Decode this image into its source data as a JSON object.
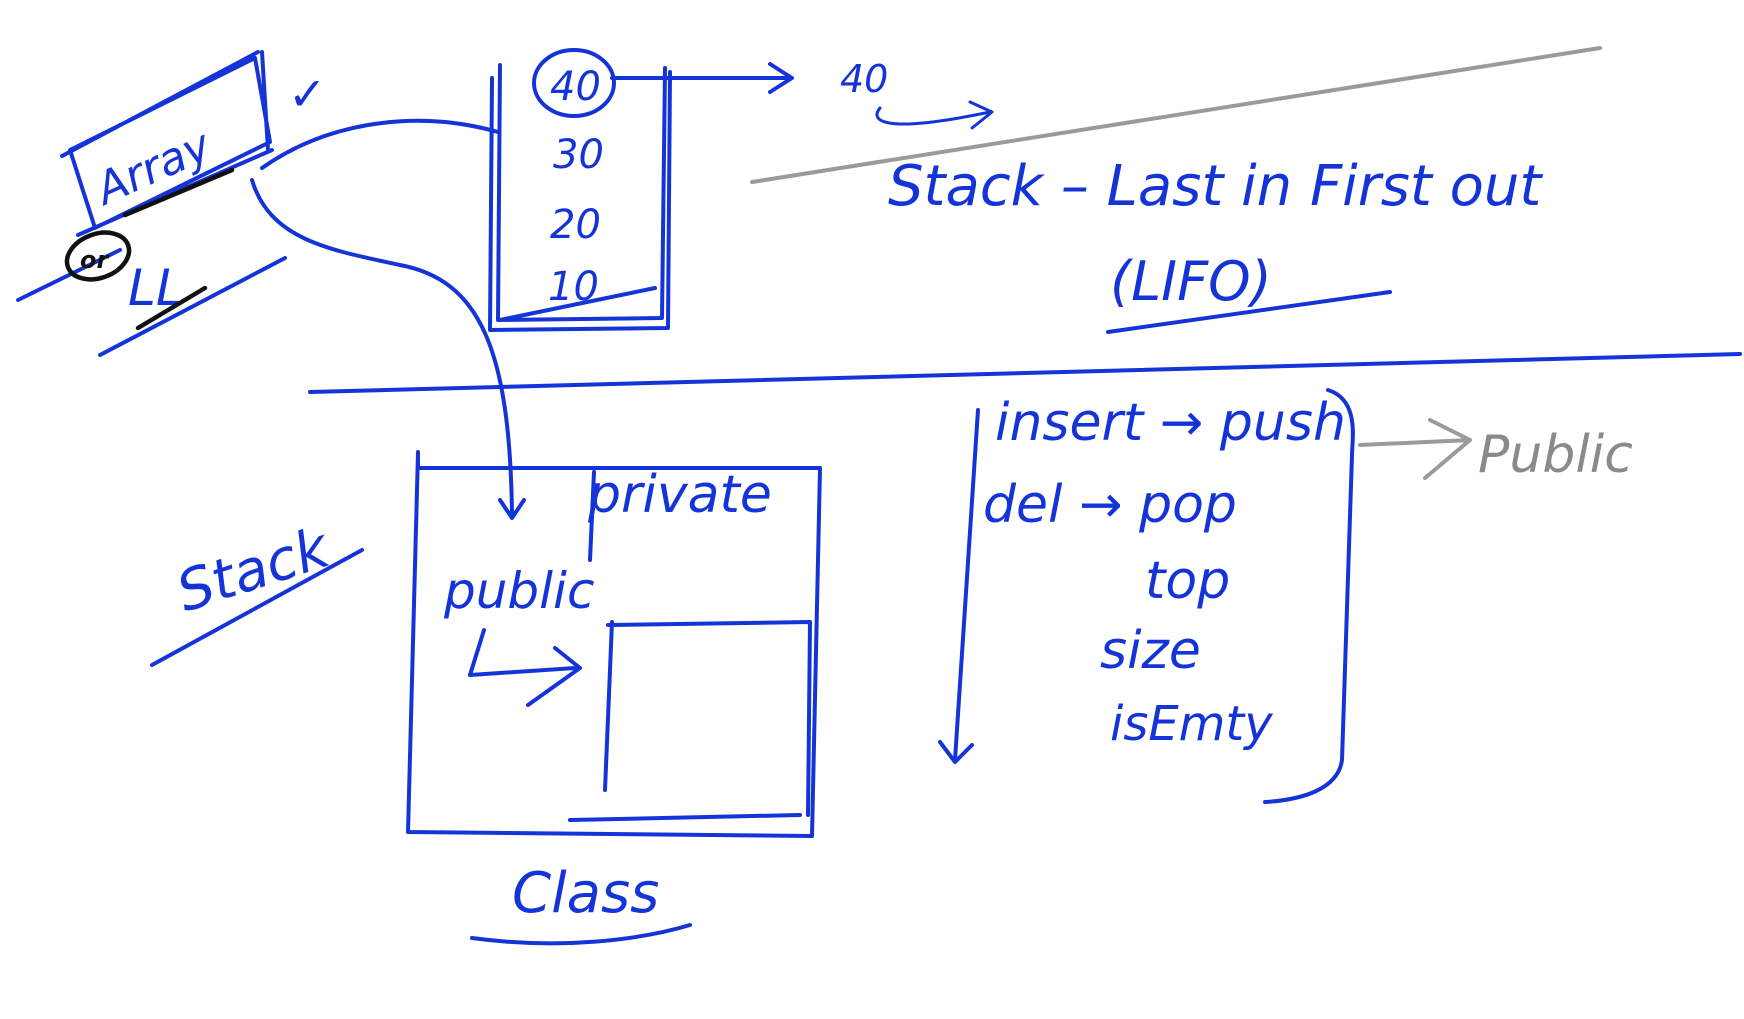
{
  "background": "#ffffff",
  "ink_color": "#1534d8",
  "secondary_ink": "#8a8a8a",
  "marker_black": "#111111",
  "labels": {
    "array": "Array",
    "or": "or",
    "ll": "LL",
    "checkmark": "✓",
    "stack_values": [
      "40",
      "30",
      "20",
      "10"
    ],
    "popped_value": "40",
    "stack_definition": "Stack – Last in First out",
    "lifo": "(LIFO)",
    "stack_left": "Stack",
    "private": "private",
    "public_inner": "public",
    "class": "Class",
    "operations": [
      "insert → push",
      "del → pop",
      "top",
      "size",
      "isEmty"
    ],
    "public_right": "Public"
  }
}
